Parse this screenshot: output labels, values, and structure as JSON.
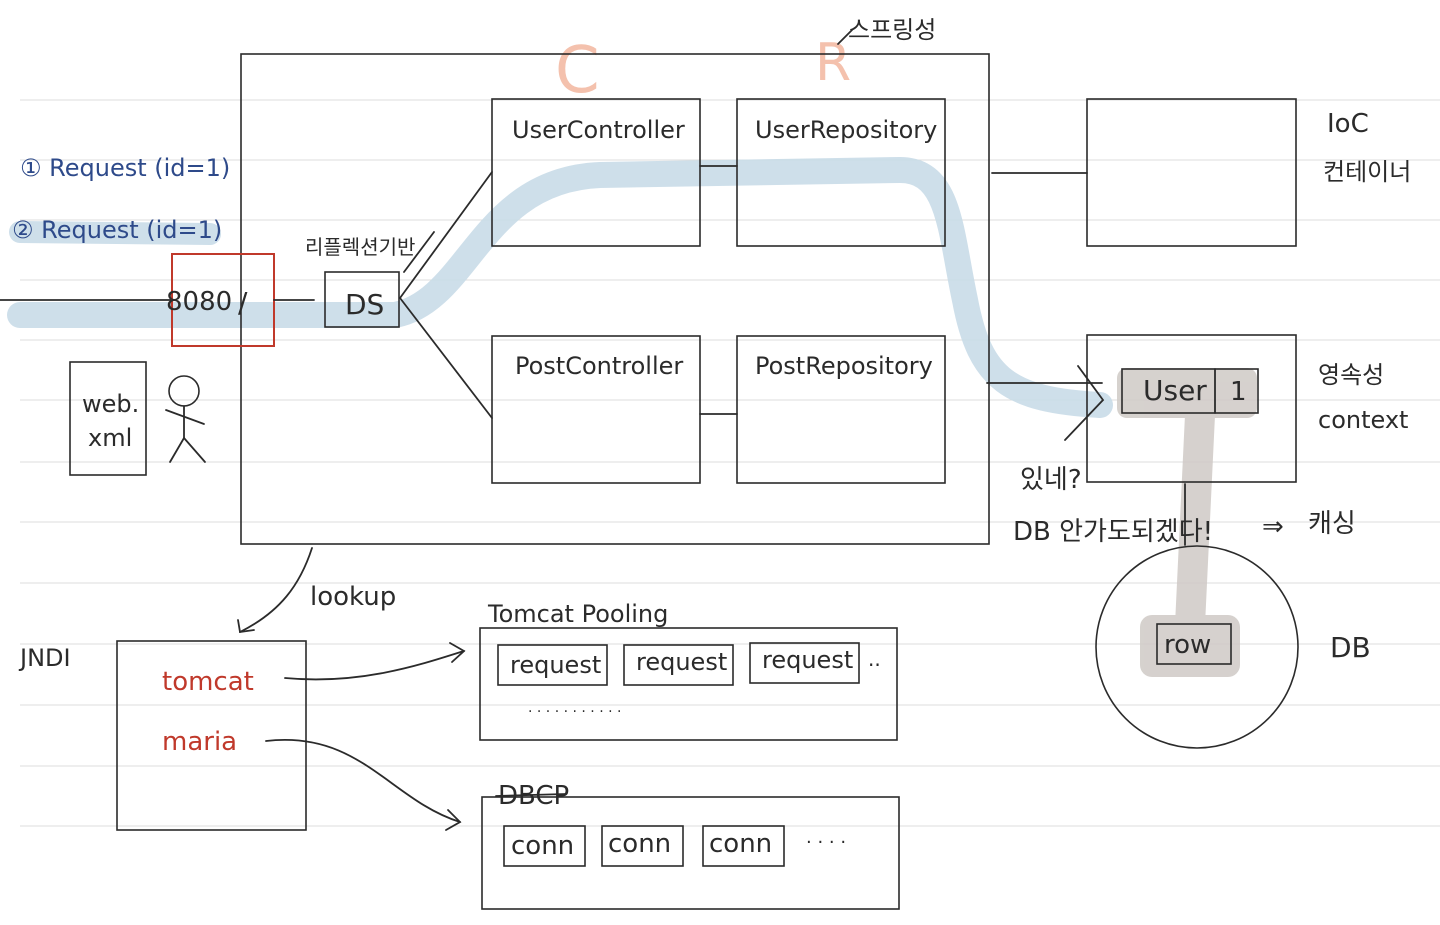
{
  "spring_label": "스프링성",
  "c_label": "C",
  "r_label": "R",
  "request1": "① Request (id=1)",
  "request2": "② Request (id=1)",
  "port": "8080",
  "slash": "/",
  "reflection": "리플렉션기반",
  "ds": "DS",
  "web_xml_line1": "web.",
  "web_xml_line2": "xml",
  "user_controller": "UserController",
  "user_repository": "UserRepository",
  "post_controller": "PostController",
  "post_repository": "PostRepository",
  "ioc_line1": "IoC",
  "ioc_line2": "컨테이너",
  "persistence_line1": "영속성",
  "persistence_line2": "context",
  "user_cell": "User",
  "user_id": "1",
  "exists_note": "있네?",
  "no_db_note": "DB 안가도되겠다!",
  "arrow_symbol": "⇒",
  "caching": "캐싱",
  "row": "row",
  "db": "DB",
  "lookup": "lookup",
  "jndi": "JNDI",
  "tomcat": "tomcat",
  "maria": "maria",
  "tomcat_pooling": "Tomcat Pooling",
  "request_items": [
    "request",
    "request",
    "request"
  ],
  "request_ellipsis": "..",
  "request_dots": "· · · · · · · · · · ·",
  "dbcp": "DBCP",
  "conn_items": [
    "conn",
    "conn",
    "conn"
  ],
  "conn_ellipsis": "· · · ·",
  "colors": {
    "ink": "#2b2b2b",
    "blue_ink": "#2e4a8a",
    "red_ink": "#c0392b",
    "highlight_blue": "#c9dce8",
    "highlight_gray": "#cfcac6",
    "faint_orange": "#f4c1ad",
    "red_box": "#c0392b"
  }
}
